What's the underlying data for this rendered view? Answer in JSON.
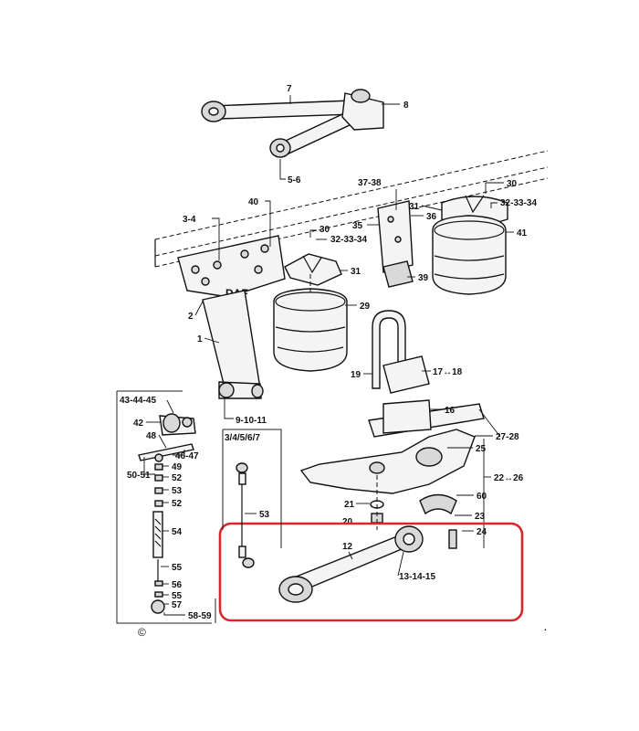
{
  "callouts": {
    "c7": "7",
    "c8": "8",
    "c5_6": "5-6",
    "c37_38": "37-38",
    "c30a": "30",
    "c31a": "31",
    "c32_34a": "32-33-34",
    "c3_4": "3-4",
    "c40": "40",
    "c36": "36",
    "c35": "35",
    "c41": "41",
    "c30b": "30",
    "c32_34b": "32-33-34",
    "c31b": "31",
    "c39": "39",
    "c2": "2",
    "c29": "29",
    "c1": "1",
    "c19": "19",
    "c17_18": "17↔18",
    "c43_45": "43-44-45",
    "c9_11": "9-10-11",
    "c16": "16",
    "c42": "42",
    "c27_28": "27-28",
    "c48": "48",
    "c3_7": "3/4/5/6/7",
    "c46_47": "46-47",
    "c25": "25",
    "c49": "49",
    "c50_51": "50-51",
    "c52a": "52",
    "c22_26": "22↔26",
    "c53a": "53",
    "c52b": "52",
    "c53b": "53",
    "c60": "60",
    "c21": "21",
    "c23": "23",
    "c54": "54",
    "c20": "20",
    "c24": "24",
    "c12": "12",
    "c55a": "55",
    "c13_15": "13-14-15",
    "c56": "56",
    "c55b": "55",
    "c57": "57",
    "c58_59": "58-59"
  },
  "bracket_logo": "DAF",
  "copyright": "©",
  "highlight_color": "#d9262c"
}
